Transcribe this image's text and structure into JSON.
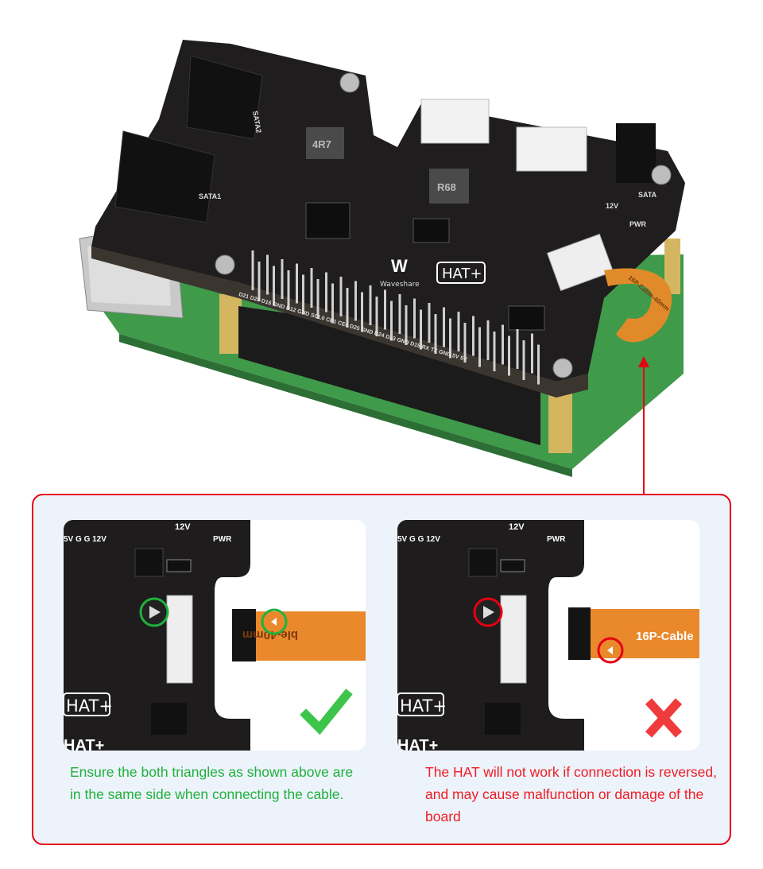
{
  "product_photo": {
    "board_labels": {
      "sata1": "SATA1",
      "sata2": "SATA2",
      "inductor1": "4R7",
      "inductor2": "R68",
      "brand": "Waveshare",
      "hat": "HAT+",
      "sata_power": "SATA",
      "pwr": "PWR",
      "v12": "12V",
      "pins": "D21 D20 D16 GND D12 GND SCL0 CE1 CE0 D25 GND D24 D23 GND D15 RX TX GND 5V 5V",
      "cable": "16P-Cable-40mm"
    }
  },
  "instruction_panel": {
    "border_color": "#e60012",
    "correct": {
      "icon": "checkmark-icon",
      "marker_color": "#1fb13c",
      "cable_label": "ble-40mm",
      "board_labels": {
        "v12": "12V",
        "pwr": "PWR",
        "pins": "5V G G 12V",
        "hat": "HAT+"
      },
      "caption": "Ensure the both triangles as shown above are in the same side when connecting the cable."
    },
    "wrong": {
      "icon": "cross-icon",
      "marker_color": "#e60012",
      "cable_label": "16P-Cable",
      "board_labels": {
        "v12": "12V",
        "pwr": "PWR",
        "pins": "5V G G 12V",
        "hat": "HAT+"
      },
      "caption": "The HAT will not work if connection is reversed, and may cause malfunction or damage of the board"
    }
  }
}
